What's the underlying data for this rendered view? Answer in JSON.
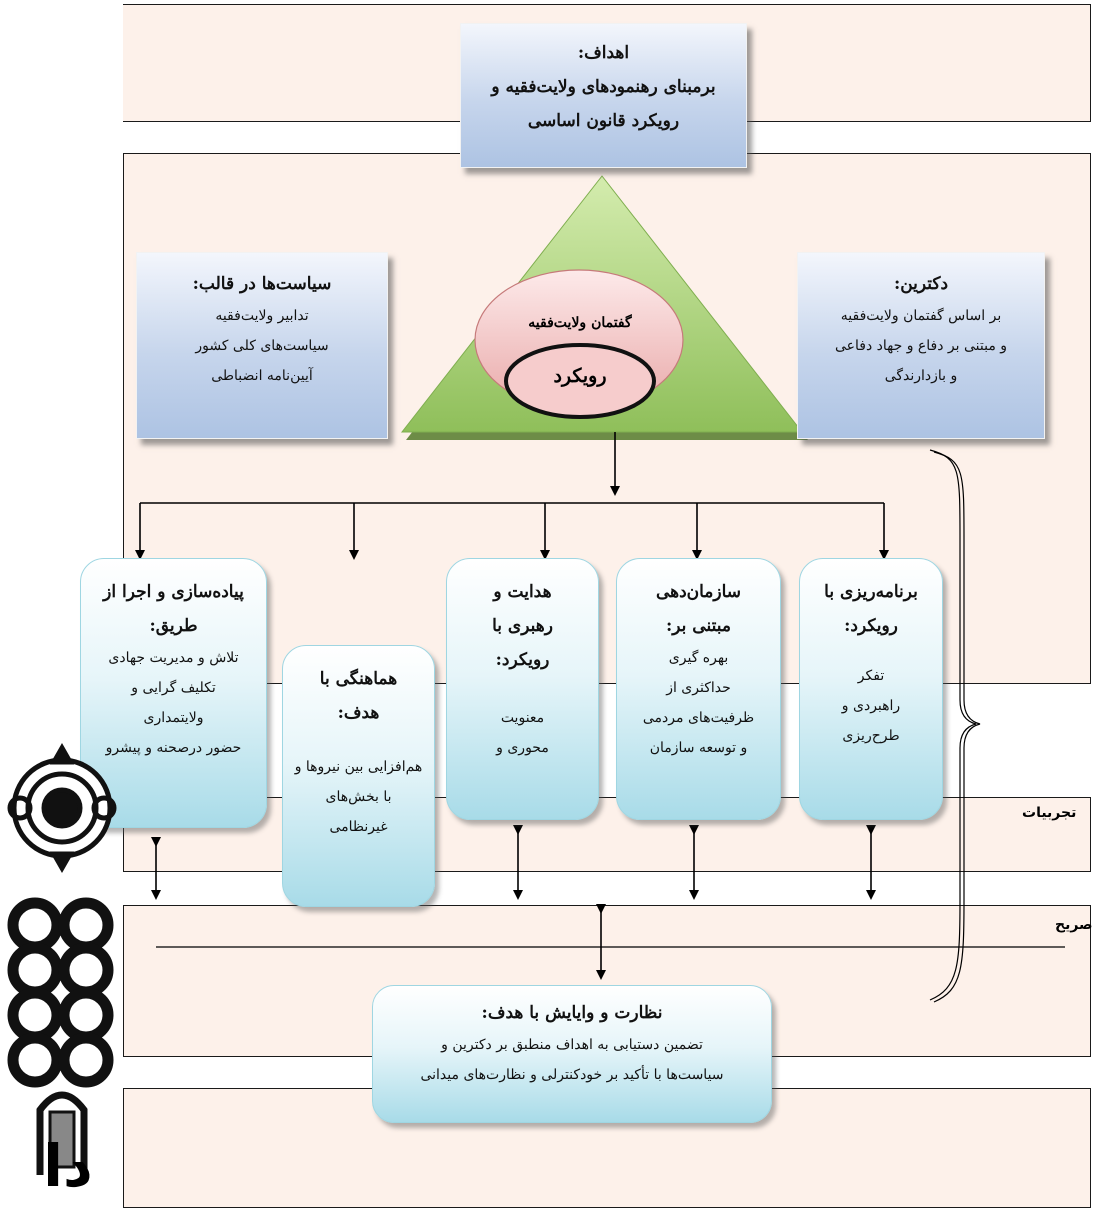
{
  "goals": {
    "title": "اهداف:",
    "line1": "برمبنای رهنمودهای ولایت‌فقیه و",
    "line2": "رویکرد قانون اساسی"
  },
  "policies": {
    "title": "سیاست‌ها در قالب:",
    "items": [
      "تدابیر ولایت‌فقیه",
      "سیاست‌های کلی کشور",
      "آیین‌نامه انضباطی"
    ]
  },
  "doctrine": {
    "title": "دکترین:",
    "items": [
      "بر اساس گفتمان ولایت‌فقیه",
      "و مبتنی بر دفاع و جهاد دفاعی",
      "و بازدارندگی"
    ]
  },
  "core": {
    "discourse": "گفتمان ولایت‌فقیه",
    "approach": "رویکرد"
  },
  "planning": {
    "title": "برنامه‌ریزی با رویکرد:",
    "items": [
      "تفکر",
      "راهبردی و",
      "طرح‌ریزی"
    ]
  },
  "organizing": {
    "title": "سازمان‌دهی مبتنی بر:",
    "items": [
      "بهره گیری",
      "حداکثری از",
      "ظرفیت‌های مردمی",
      "و توسعه سازمان"
    ]
  },
  "leading": {
    "title": "هدایت و رهبری با رویکرد:",
    "items": [
      "معنویت",
      "محوری و"
    ]
  },
  "coordination": {
    "title": "هماهنگی با هدف:",
    "items": [
      "هم‌افزایی بین نیروها و",
      "با بخش‌های",
      "غیرنظامی"
    ]
  },
  "implementation": {
    "title": "پیاده‌سازی و اجرا از طریق:",
    "items": [
      "تلاش و مدیریت جهادی",
      "تکلیف گرایی و",
      "ولایتمداری",
      "حضور درصحنه و پیشرو"
    ]
  },
  "supervision": {
    "title": "نظارت و وایایش با هدف:",
    "line1": "تضمین دستیابی به اهداف منطبق بر دکترین و",
    "line2": "سیاست‌ها با تأکید بر خودکنترلی و نظارت‌های میدانی"
  },
  "labels": {
    "experiences": "تجربیات",
    "explicit": "صریح"
  },
  "colors": {
    "band": "#fdf1ea",
    "blue_box": "#c6d5ec",
    "triangle": "#9ec86e",
    "ellipse": "#f3c3c3",
    "teal_box": "#a8dbe8"
  },
  "logo": {
    "mark": "دا"
  }
}
